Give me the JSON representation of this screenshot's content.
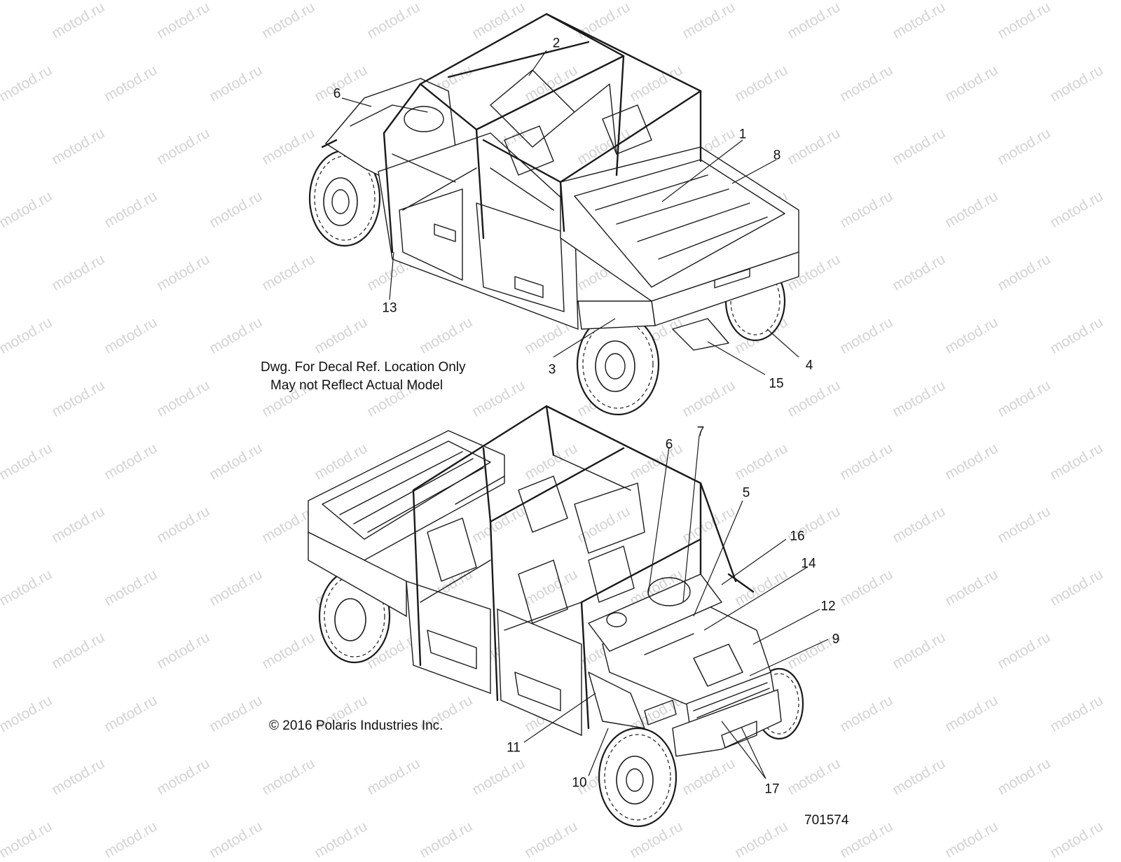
{
  "watermark": "motod.ru",
  "notes": {
    "decal_line1": "Dwg. For Decal Ref. Location Only",
    "decal_line2": "May not Reflect Actual Model",
    "copyright": "© 2016 Polaris Industries Inc."
  },
  "drawing_number": "701574",
  "top_view": {
    "callouts": [
      "1",
      "2",
      "3",
      "4",
      "6",
      "8",
      "13",
      "15"
    ]
  },
  "bottom_view": {
    "callouts": [
      "5",
      "6",
      "7",
      "9",
      "10",
      "11",
      "12",
      "14",
      "16",
      "17"
    ]
  }
}
